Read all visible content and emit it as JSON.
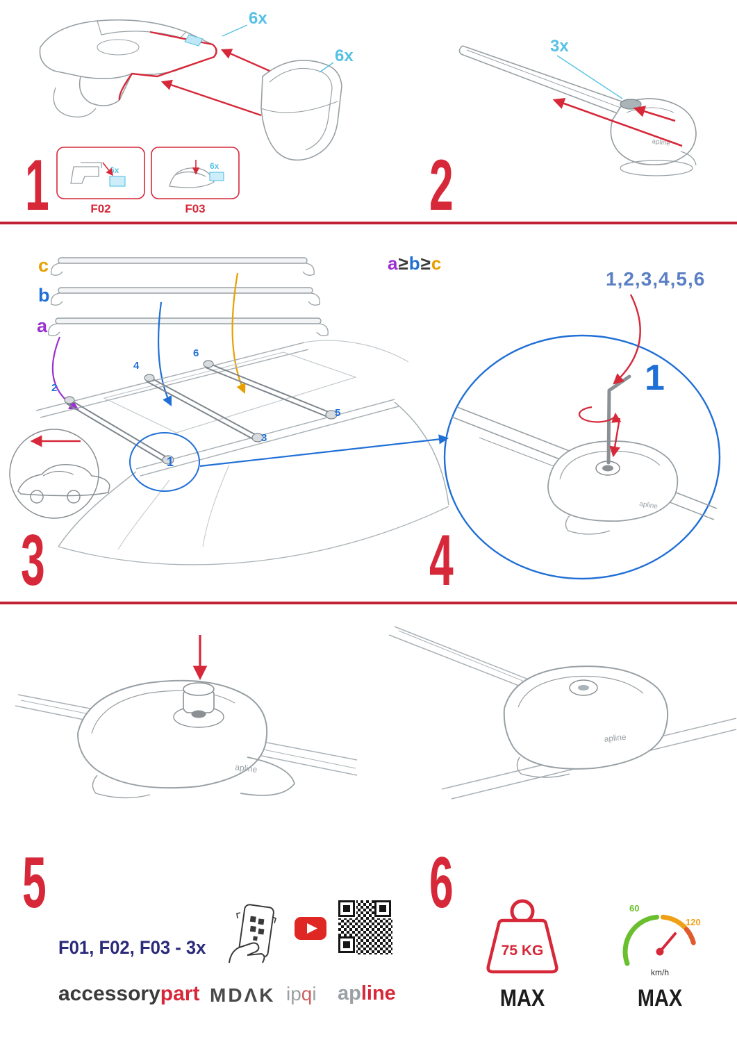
{
  "colors": {
    "red": "#d62839",
    "divider_red": "#c22033",
    "cyan": "#56c1e4",
    "blue": "#1f6fd6",
    "sequence_blue": "#5b7fc4",
    "purple": "#9b30d0",
    "orange": "#e8a000",
    "navy": "#2b2a7a",
    "green": "#6abf2e",
    "line_gray": "#98a0a5",
    "brand_gray": "#9aa0a4"
  },
  "logo_small": "apline",
  "step1": {
    "number": "1",
    "qty_cover": "6x",
    "qty_cap": "6x",
    "box1": {
      "label": "F02",
      "qty": "6x"
    },
    "box2": {
      "label": "F03",
      "qty": "6x"
    }
  },
  "step2": {
    "number": "2",
    "qty": "3x"
  },
  "step3": {
    "number": "3",
    "bar_a": "a",
    "bar_b": "b",
    "bar_c": "c",
    "formula": {
      "a": "a",
      "ge1": "≥",
      "b": "b",
      "ge2": "≥",
      "c": "c"
    },
    "pos1": "1",
    "pos2": "2",
    "pos3": "3",
    "pos4": "4",
    "pos5": "5",
    "pos6": "6"
  },
  "step4": {
    "number": "4",
    "sequence": "1,2,3,4,5,6",
    "first": "1"
  },
  "step5": {
    "number": "5"
  },
  "step6": {
    "number": "6"
  },
  "footer": {
    "parts_line": "F01, F02, F03 - 3x",
    "brand_accessory": "accessory",
    "brand_part": "part",
    "brand_mdak": "MDΛK",
    "brand_ip": "ip",
    "brand_q": "q",
    "brand_i": "i",
    "brand_ap": "ap",
    "brand_line": "line",
    "weight_value": "75 KG",
    "weight_max": "MAX",
    "speed_low": "60",
    "speed_high": "120",
    "speed_unit": "km/h",
    "speed_max": "MAX"
  }
}
